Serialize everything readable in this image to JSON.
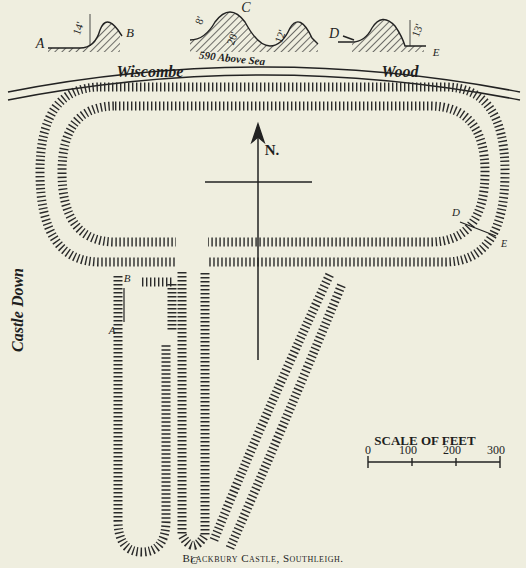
{
  "diagram": {
    "caption": "Blackbury Castle, Southleigh.",
    "labels": [
      "A",
      "14'",
      "B",
      "C",
      "8'",
      "20'",
      "12'",
      "D",
      "13'",
      "E",
      "Wiscombe",
      "Wood",
      "590 Above Sea",
      "N.",
      "Castle Down",
      "D",
      "E",
      "A",
      "B",
      "C",
      "SCALE OF FEET",
      "0",
      "100",
      "200",
      "300"
    ]
  }
}
